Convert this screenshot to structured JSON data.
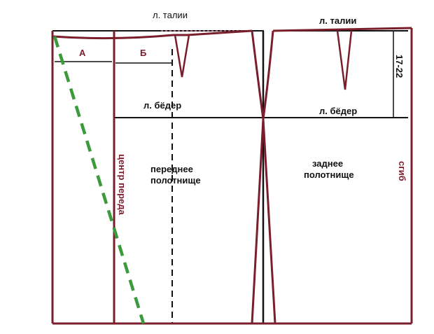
{
  "labels": {
    "waist_line_left": "л. талии",
    "waist_line_right": "л. талии",
    "hip_line_left": "л. бёдер",
    "hip_line_right": "л. бёдер",
    "front_panel_line1": "переднее",
    "front_panel_line2": "полотнище",
    "back_panel_line1": "заднее",
    "back_panel_line2": "полотнище",
    "center_front": "центр переда",
    "fold": "сгиб",
    "measurement": "17-22",
    "letter_a": "А",
    "letter_b": "Б"
  },
  "colors": {
    "outline": "#7a1e2c",
    "construction": "#111111",
    "dashed_guide": "#3b9a3b",
    "dotted_guide": "#b07a88"
  }
}
